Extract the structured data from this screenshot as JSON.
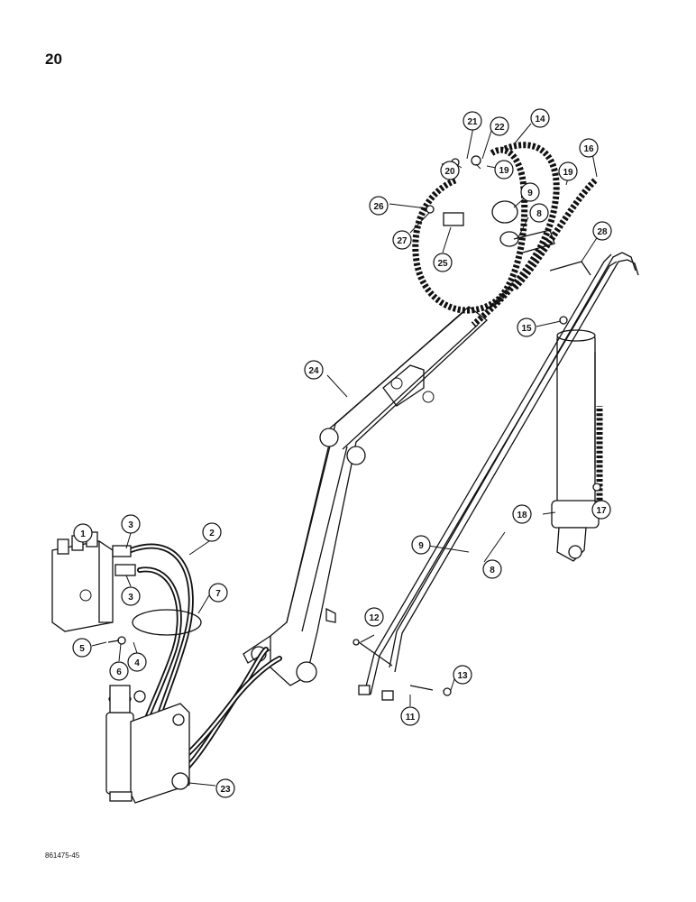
{
  "page_number": "20",
  "figure_id": "861475-45",
  "callouts": [
    "1",
    "2",
    "3",
    "3",
    "4",
    "5",
    "6",
    "7",
    "8",
    "9",
    "11",
    "12",
    "13",
    "15",
    "17",
    "18",
    "8",
    "9",
    "14",
    "16",
    "19",
    "19",
    "20",
    "21",
    "22",
    "23",
    "24",
    "25",
    "26",
    "27",
    "28"
  ]
}
